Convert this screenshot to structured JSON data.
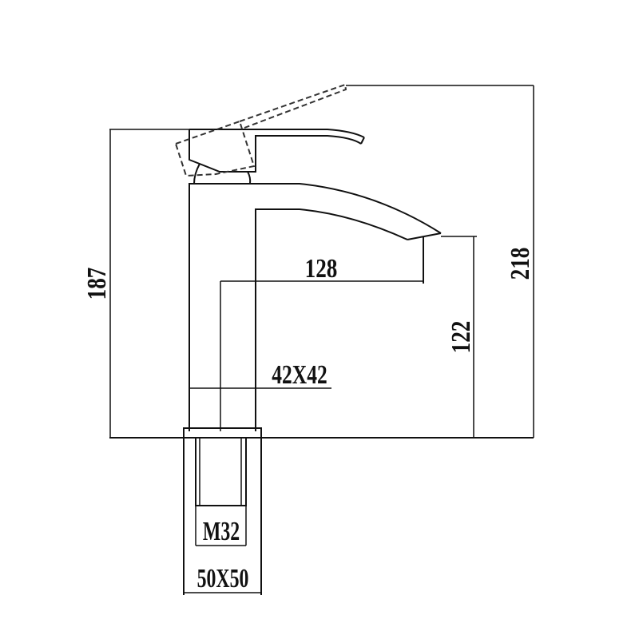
{
  "drawing": {
    "dimensions": {
      "total_height": "218",
      "body_height": "187",
      "spout_reach": "128",
      "spout_height": "122",
      "body_section": "42X42",
      "thread": "M32",
      "base_section": "50X50"
    },
    "line_color": "#111111",
    "background": "#ffffff"
  }
}
